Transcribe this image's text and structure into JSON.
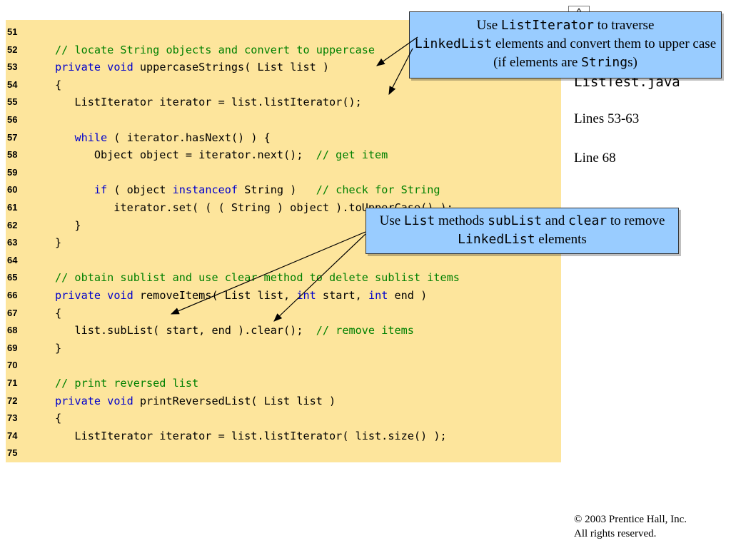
{
  "code": {
    "lines": [
      {
        "num": "51",
        "parts": []
      },
      {
        "num": "52",
        "parts": [
          {
            "t": "// locate String objects and convert to uppercase",
            "c": "cm"
          }
        ]
      },
      {
        "num": "53",
        "parts": [
          {
            "t": "private",
            "c": "kw"
          },
          {
            "t": " ",
            "c": ""
          },
          {
            "t": "void",
            "c": "kw"
          },
          {
            "t": " uppercaseStrings( List list )",
            "c": ""
          }
        ]
      },
      {
        "num": "54",
        "parts": [
          {
            "t": "{",
            "c": ""
          }
        ]
      },
      {
        "num": "55",
        "parts": [
          {
            "t": "   ListIterator iterator = list.listIterator();",
            "c": ""
          }
        ]
      },
      {
        "num": "56",
        "parts": []
      },
      {
        "num": "57",
        "parts": [
          {
            "t": "   ",
            "c": ""
          },
          {
            "t": "while",
            "c": "kw"
          },
          {
            "t": " ( iterator.hasNext() ) {",
            "c": ""
          }
        ]
      },
      {
        "num": "58",
        "parts": [
          {
            "t": "      Object object = iterator.next();  ",
            "c": ""
          },
          {
            "t": "// get item",
            "c": "cm"
          }
        ]
      },
      {
        "num": "59",
        "parts": []
      },
      {
        "num": "60",
        "parts": [
          {
            "t": "      ",
            "c": ""
          },
          {
            "t": "if",
            "c": "kw"
          },
          {
            "t": " ( object ",
            "c": ""
          },
          {
            "t": "instanceof",
            "c": "kw"
          },
          {
            "t": " String )   ",
            "c": ""
          },
          {
            "t": "// check for String",
            "c": "cm"
          }
        ]
      },
      {
        "num": "61",
        "parts": [
          {
            "t": "         iterator.set( ( ( String ) object ).toUpperCase() );",
            "c": ""
          }
        ]
      },
      {
        "num": "62",
        "parts": [
          {
            "t": "   }",
            "c": ""
          }
        ]
      },
      {
        "num": "63",
        "parts": [
          {
            "t": "}",
            "c": ""
          }
        ]
      },
      {
        "num": "64",
        "parts": []
      },
      {
        "num": "65",
        "parts": [
          {
            "t": "// obtain sublist and use clear method to delete sublist items",
            "c": "cm"
          }
        ]
      },
      {
        "num": "66",
        "parts": [
          {
            "t": "private",
            "c": "kw"
          },
          {
            "t": " ",
            "c": ""
          },
          {
            "t": "void",
            "c": "kw"
          },
          {
            "t": " removeItems( List list, ",
            "c": ""
          },
          {
            "t": "int",
            "c": "kw"
          },
          {
            "t": " start, ",
            "c": ""
          },
          {
            "t": "int",
            "c": "kw"
          },
          {
            "t": " end )",
            "c": ""
          }
        ]
      },
      {
        "num": "67",
        "parts": [
          {
            "t": "{",
            "c": ""
          }
        ]
      },
      {
        "num": "68",
        "parts": [
          {
            "t": "   list.subList( start, end ).clear();  ",
            "c": ""
          },
          {
            "t": "// remove items",
            "c": "cm"
          }
        ]
      },
      {
        "num": "69",
        "parts": [
          {
            "t": "}",
            "c": ""
          }
        ]
      },
      {
        "num": "70",
        "parts": []
      },
      {
        "num": "71",
        "parts": [
          {
            "t": "// print reversed list",
            "c": "cm"
          }
        ]
      },
      {
        "num": "72",
        "parts": [
          {
            "t": "private",
            "c": "kw"
          },
          {
            "t": " ",
            "c": ""
          },
          {
            "t": "void",
            "c": "kw"
          },
          {
            "t": " printReversedList( List list )",
            "c": ""
          }
        ]
      },
      {
        "num": "73",
        "parts": [
          {
            "t": "{",
            "c": ""
          }
        ]
      },
      {
        "num": "74",
        "parts": [
          {
            "t": "   ListIterator iterator = list.listIterator( list.size() );",
            "c": ""
          }
        ]
      },
      {
        "num": "75",
        "parts": []
      }
    ]
  },
  "sidebar": {
    "file_name": "ListTest.java",
    "lines_ref_1": "Lines 53-63",
    "lines_ref_2": "Line 68"
  },
  "callout_1": {
    "p1": "Use ",
    "m1": "ListIterator",
    "p2": " to traverse ",
    "m2": "LinkedList",
    "p3": " elements and convert them to upper case (if elements are ",
    "m3": "String",
    "p4": "s)"
  },
  "callout_2": {
    "p1": "Use ",
    "m1": "List",
    "p2": " methods ",
    "m2": "subList",
    "p3": " and ",
    "m3": "clear",
    "p4": " to remove ",
    "m4": "LinkedList",
    "p5": " elements"
  },
  "footer": {
    "symbol": "©",
    "line1": " 2003 Prentice Hall, Inc.",
    "line2": "All rights reserved."
  },
  "colors": {
    "code_bg": "#fde59c",
    "callout_bg": "#99ccff",
    "keyword": "#0000cc",
    "comment": "#008000"
  }
}
